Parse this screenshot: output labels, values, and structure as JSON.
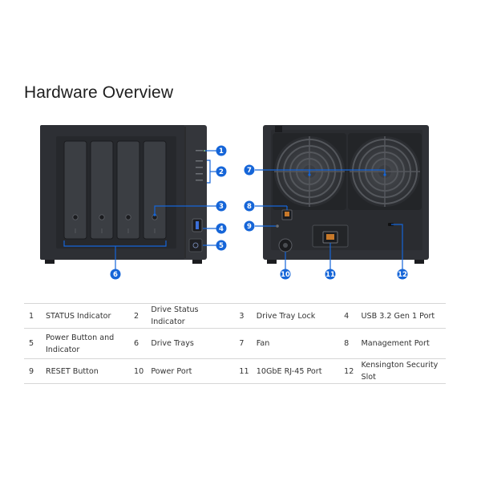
{
  "page": {
    "title": "Hardware Overview"
  },
  "callouts": [
    "1",
    "2",
    "3",
    "4",
    "5",
    "6",
    "7",
    "8",
    "9",
    "10",
    "11",
    "12"
  ],
  "components": [
    {
      "number": "1",
      "label": "STATUS Indicator"
    },
    {
      "number": "2",
      "label": "Drive Status Indicator"
    },
    {
      "number": "3",
      "label": "Drive Tray Lock"
    },
    {
      "number": "4",
      "label": "USB 3.2 Gen 1 Port"
    },
    {
      "number": "5",
      "label": "Power Button and Indicator"
    },
    {
      "number": "6",
      "label": "Drive Trays"
    },
    {
      "number": "7",
      "label": "Fan"
    },
    {
      "number": "8",
      "label": "Management Port"
    },
    {
      "number": "9",
      "label": "RESET Button"
    },
    {
      "number": "10",
      "label": "Power Port"
    },
    {
      "number": "11",
      "label": "10GbE RJ-45 Port"
    },
    {
      "number": "12",
      "label": "Kensington Security Slot"
    }
  ],
  "colors": {
    "callout_blue": "#1565d8",
    "chassis": "#2f3136",
    "chassis_dark": "#1d1f22",
    "text": "#333333",
    "divider": "#d6d6d6"
  },
  "icons": [
    "hdd-lock-icon",
    "usb-port-icon",
    "power-button-icon",
    "fan-icon",
    "ethernet-port-icon",
    "reset-button-icon",
    "power-port-icon",
    "kensington-slot-icon"
  ]
}
